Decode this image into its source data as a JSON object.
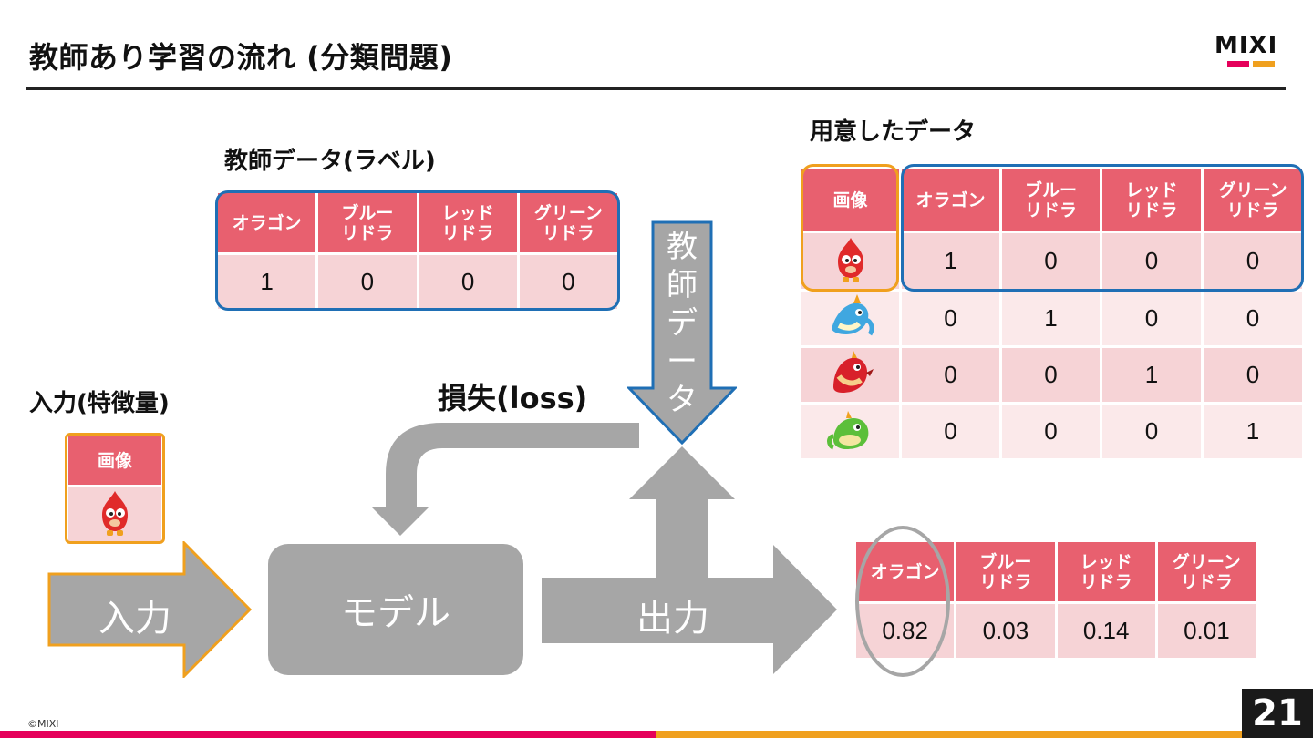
{
  "slide": {
    "title": "教師あり学習の流れ (分類問題)",
    "page_number": "21",
    "copyright": "©MIXI"
  },
  "logo": {
    "text": "MIXI"
  },
  "colors": {
    "header_red": "#e8606f",
    "row_pink": "#f6d3d6",
    "row_light": "#fbe9ea",
    "frame_blue": "#1f6fb5",
    "frame_orange": "#f0a01e",
    "arrow_gray": "#a6a6a6",
    "brand_pink": "#e5005a",
    "brand_orange": "#f0a01e"
  },
  "labels_table": {
    "label": "教師データ(ラベル)",
    "headers": [
      "オラゴン",
      "ブルー\nリドラ",
      "レッド\nリドラ",
      "グリーン\nリドラ"
    ],
    "values": [
      "1",
      "0",
      "0",
      "0"
    ]
  },
  "input_section": {
    "label": "入力(特徴量)",
    "header": "画像",
    "image_icon": "oragon-monster-icon"
  },
  "dataset": {
    "label": "用意したデータ",
    "image_header": "画像",
    "headers": [
      "オラゴン",
      "ブルー\nリドラ",
      "レッド\nリドラ",
      "グリーン\nリドラ"
    ],
    "rows": [
      {
        "icon": "oragon-monster-icon",
        "values": [
          "1",
          "0",
          "0",
          "0"
        ]
      },
      {
        "icon": "blue-lidra-monster-icon",
        "values": [
          "0",
          "1",
          "0",
          "0"
        ]
      },
      {
        "icon": "red-lidra-monster-icon",
        "values": [
          "0",
          "0",
          "1",
          "0"
        ]
      },
      {
        "icon": "green-lidra-monster-icon",
        "values": [
          "0",
          "0",
          "0",
          "1"
        ]
      }
    ]
  },
  "flow": {
    "input_arrow": "入力",
    "model": "モデル",
    "output_arrow": "出力",
    "loss": "損失(loss)",
    "teacher_arrow": [
      "教",
      "師",
      "デ",
      "ー",
      "タ"
    ]
  },
  "output_table": {
    "headers": [
      "オラゴン",
      "ブルー\nリドラ",
      "レッド\nリドラ",
      "グリーン\nリドラ"
    ],
    "values": [
      "0.82",
      "0.03",
      "0.14",
      "0.01"
    ]
  }
}
